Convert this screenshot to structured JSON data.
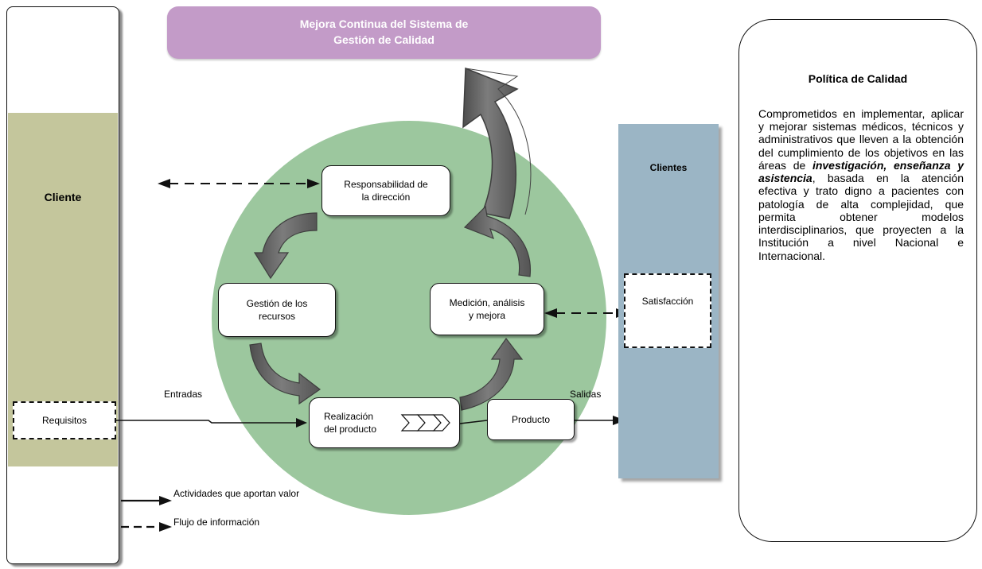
{
  "banner": {
    "title": "Mejora Continua del Sistema de\nGestión de Calidad"
  },
  "left_column": {
    "title": "Cliente",
    "requirements": "Requisitos"
  },
  "right_column": {
    "title": "Clientes",
    "satisfaction": "Satisfacción"
  },
  "process_nodes": {
    "management": "Responsabilidad de\nla dirección",
    "resources": "Gestión de los\nrecursos",
    "measurement": "Medición, análisis\ny mejora",
    "realization": "Realización\ndel producto",
    "product": "Producto"
  },
  "flow_labels": {
    "inputs": "Entradas",
    "outputs": "Salidas"
  },
  "legend": {
    "value_activities": "Actividades que aportan valor",
    "information_flow": "Flujo de información"
  },
  "policy": {
    "title": "Política de Calidad",
    "text_intro": "Comprometidos en implementar, aplicar y mejorar sistemas médicos, técnicos y administrativos que lleven a la obtención del cumplimiento de los objetivos en las áreas de ",
    "text_emphasis": "investigación, enseñanza y asistencia",
    "text_outro": ", basada en la atención efectiva y trato digno a pacientes con patología de alta complejidad, que permita obtener modelos interdisciplinarios, que proyecten a la Institución a nivel Nacional e Internacional."
  },
  "colors": {
    "banner": "#c39bc8",
    "left_band": "#c4c69c",
    "right_band": "#9bb5c5",
    "circle": "#9cc79e",
    "arrow": "#616161"
  }
}
